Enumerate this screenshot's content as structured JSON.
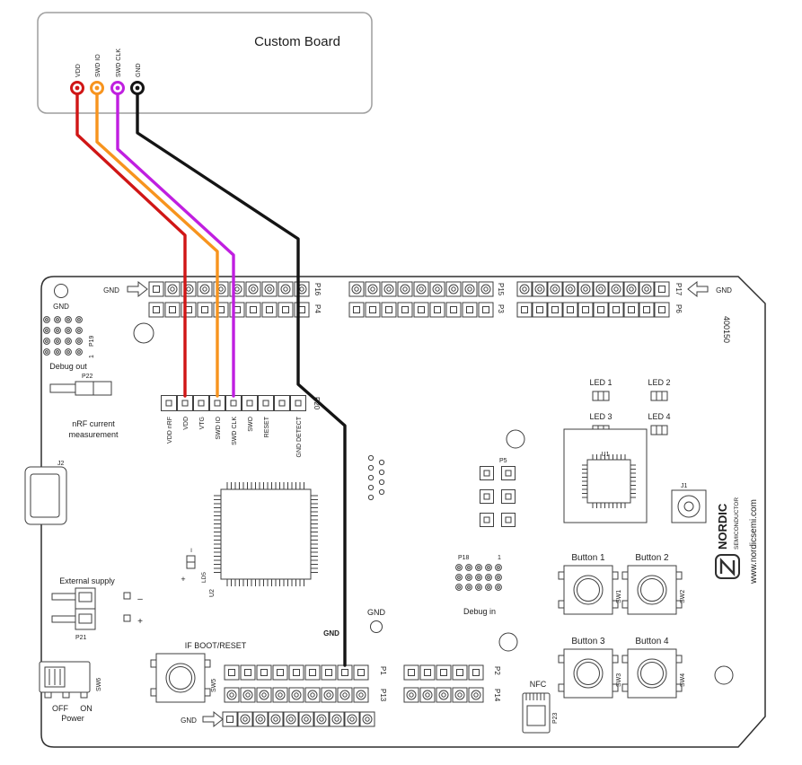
{
  "custom_board": {
    "title": "Custom Board",
    "pins": [
      {
        "label": "VDD",
        "color": "#d01616"
      },
      {
        "label": "SWD IO",
        "color": "#f7941e"
      },
      {
        "label": "SWD CLK",
        "color": "#c01fe0"
      },
      {
        "label": "GND",
        "color": "#141414"
      }
    ]
  },
  "wires": [
    {
      "name": "VDD",
      "color": "#d01616"
    },
    {
      "name": "SWD IO",
      "color": "#f7941e"
    },
    {
      "name": "SWD CLK",
      "color": "#c01fe0"
    },
    {
      "name": "GND",
      "color": "#141414"
    }
  ],
  "board": {
    "part_number": "400150",
    "top": {
      "gnd_left": "GND",
      "gnd_right": "GND",
      "headers_row1": [
        "P16",
        "P15",
        "P17"
      ],
      "headers_row2": [
        "P4",
        "P3",
        "P6"
      ]
    },
    "p20": {
      "label": "P20",
      "pin_labels": [
        "VDD nRF",
        "VDD",
        "VTG",
        "SWD IO",
        "SWD CLK",
        "SWO",
        "RESET",
        "GND DETECT"
      ]
    },
    "left": {
      "gnd_hole": "GND",
      "debug_out_pin1": "1",
      "debug_out_ref": "P19",
      "debug_out_label": "Debug out",
      "p22": "P22",
      "current_line1": "nRF current",
      "current_line2": "measurement",
      "j2": "J2",
      "external_supply": "External supply",
      "p21": "P21",
      "minus": "–",
      "plus": "+",
      "sw6": "SW6",
      "off": "OFF",
      "on": "ON",
      "power": "Power"
    },
    "center": {
      "u2": "U2",
      "ld5": "LD5",
      "ld5_plus": "+",
      "ld5_polarity": "I",
      "gnd_pad": "GND",
      "gnd_wire": "GND",
      "p5": "P5",
      "p18": "P18",
      "p18_pin1": "1",
      "debug_in": "Debug in"
    },
    "right": {
      "leds": [
        "LED 1",
        "LED 2",
        "LED 3",
        "LED 4"
      ],
      "u1": "U1",
      "j1": "J1",
      "buttons": [
        {
          "label": "Button 1",
          "ref": "SW1"
        },
        {
          "label": "Button 2",
          "ref": "SW2"
        },
        {
          "label": "Button 3",
          "ref": "SW3"
        },
        {
          "label": "Button 4",
          "ref": "SW4"
        }
      ],
      "nfc": "NFC",
      "p23": "P23",
      "brand": {
        "name": "NORDIC",
        "sub": "SEMICONDUCTOR",
        "url": "www.nordicsemi.com"
      }
    },
    "bottom": {
      "boot_reset": "IF BOOT/RESET",
      "sw5": "SW5",
      "p1": "P1",
      "p2": "P2",
      "p13": "P13",
      "p14": "P14",
      "gnd": "GND"
    }
  }
}
